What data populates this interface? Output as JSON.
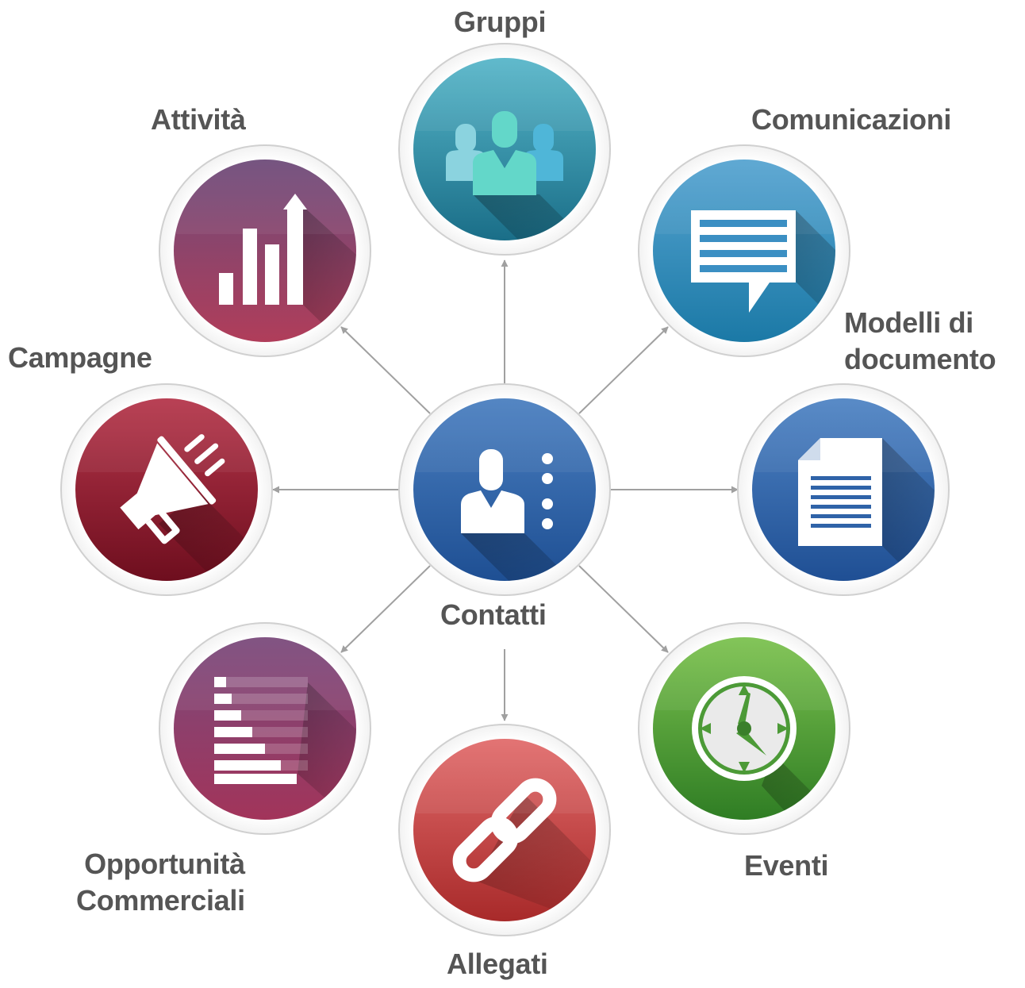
{
  "diagram": {
    "center": {
      "label": "Contatti",
      "icon": "contact-card-icon"
    },
    "nodes": [
      {
        "id": "gruppi",
        "lines": [
          "Gruppi"
        ],
        "icon": "group-icon",
        "color_top": "#57b6c9",
        "color_bottom": "#1a6e88"
      },
      {
        "id": "comunicazioni",
        "lines": [
          "Comunicazioni"
        ],
        "icon": "speech-bubble-icon",
        "color_top": "#56a4d1",
        "color_bottom": "#1b79a6"
      },
      {
        "id": "modelli",
        "lines": [
          "Modelli di",
          "documento"
        ],
        "icon": "document-icon",
        "color_top": "#4f84c4",
        "color_bottom": "#1f4f94"
      },
      {
        "id": "eventi",
        "lines": [
          "Eventi"
        ],
        "icon": "clock-icon",
        "color_top": "#7cc24f",
        "color_bottom": "#2f7d24"
      },
      {
        "id": "allegati",
        "lines": [
          "Allegati"
        ],
        "icon": "chain-link-icon",
        "color_top": "#e16a6a",
        "color_bottom": "#a82a2a"
      },
      {
        "id": "opportunita",
        "lines": [
          "Opportunità",
          "Commerciali"
        ],
        "icon": "bar-list-icon",
        "color_top": "#7a4a7c",
        "color_bottom": "#a2345a"
      },
      {
        "id": "campagne",
        "lines": [
          "Campagne"
        ],
        "icon": "megaphone-icon",
        "color_top": "#b5364b",
        "color_bottom": "#6e0e1e"
      },
      {
        "id": "attivita",
        "lines": [
          "Attività"
        ],
        "icon": "rising-bars-icon",
        "color_top": "#6d4b7a",
        "color_bottom": "#b03d5a"
      }
    ],
    "center_color_top": "#4a7fc0",
    "center_color_bottom": "#1e4f93",
    "arrow_color": "#a0a0a0",
    "label_color": "#555555"
  }
}
